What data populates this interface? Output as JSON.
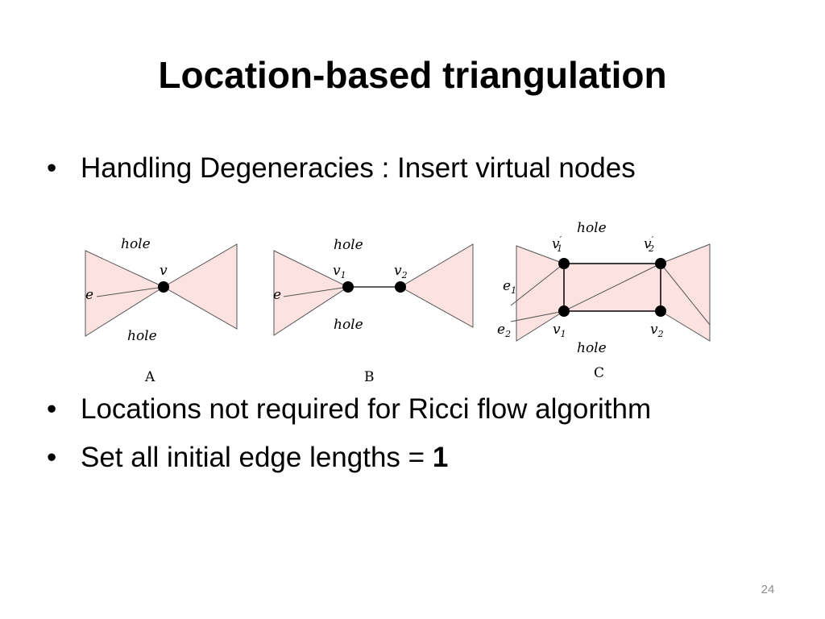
{
  "slide": {
    "title": "Location-based triangulation",
    "bullets": [
      {
        "marker": "•",
        "text": "Handling Degeneracies : Insert virtual nodes"
      },
      {
        "marker": "•",
        "text": "Locations not required for Ricci flow algorithm"
      },
      {
        "marker": "•",
        "text": "Set all initial edge lengths = ",
        "bold": "1"
      }
    ],
    "slide_number": "24"
  },
  "figure": {
    "colors": {
      "fill": "#fde2e2",
      "stroke": "#555555",
      "node": "#000000"
    },
    "panel_a": {
      "caption": "A",
      "hole_top": "hole",
      "hole_bottom": "hole",
      "vertex": "v",
      "edge": "e"
    },
    "panel_b": {
      "caption": "B",
      "hole_top": "hole",
      "hole_bottom": "hole",
      "v1": "v",
      "v1_sub": "1",
      "v2": "v",
      "v2_sub": "2",
      "edge": "e"
    },
    "panel_c": {
      "caption": "C",
      "hole_top": "hole",
      "hole_bottom": "hole",
      "v1p": "v",
      "v1p_sub": "1",
      "v2p": "v",
      "v2p_sub": "2",
      "prime": "′",
      "v1": "v",
      "v1_sub": "1",
      "v2": "v",
      "v2_sub": "2",
      "e1": "e",
      "e1_sub": "1",
      "e2": "e",
      "e2_sub": "2"
    }
  }
}
